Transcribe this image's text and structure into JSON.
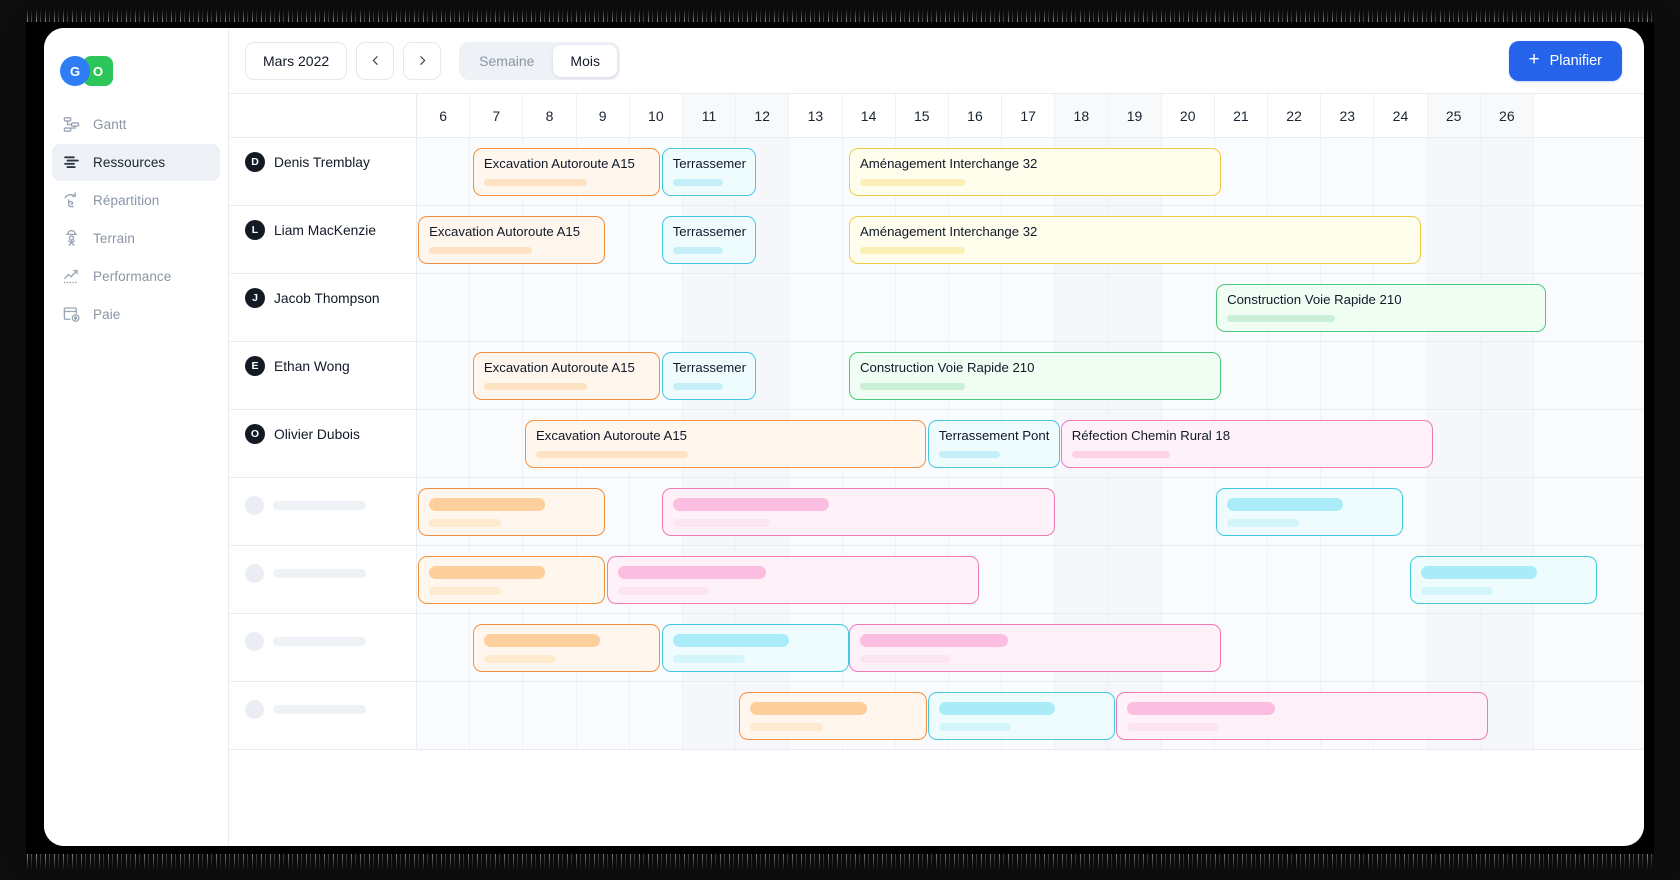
{
  "brand": {
    "mark_left": "G",
    "mark_right": "O"
  },
  "sidebar": {
    "items": [
      {
        "label": "Gantt",
        "icon": "gantt-icon",
        "active": false
      },
      {
        "label": "Ressources",
        "icon": "resources-icon",
        "active": true
      },
      {
        "label": "Répartition",
        "icon": "allocation-icon",
        "active": false
      },
      {
        "label": "Terrain",
        "icon": "field-worker-icon",
        "active": false
      },
      {
        "label": "Performance",
        "icon": "performance-icon",
        "active": false
      },
      {
        "label": "Paie",
        "icon": "payroll-icon",
        "active": false
      }
    ]
  },
  "toolbar": {
    "period_label": "Mars 2022",
    "prev_label": "‹",
    "next_label": "›",
    "view_options": [
      "Semaine",
      "Mois"
    ],
    "view_selected": "Mois",
    "week_label": "Semaine",
    "month_label": "Mois",
    "plan_button": "Planifier",
    "plan_icon": "plus-icon"
  },
  "calendar": {
    "days": [
      6,
      7,
      8,
      9,
      10,
      11,
      12,
      13,
      14,
      15,
      16,
      17,
      18,
      19,
      20,
      21,
      22,
      23,
      24,
      25,
      26
    ],
    "weekend_days": [
      11,
      12,
      18,
      19,
      25,
      26
    ],
    "day_width": 53.2
  },
  "rows": [
    {
      "type": "resource",
      "initial": "D",
      "name": "Denis Tremblay",
      "bars": [
        {
          "title": "Excavation Autoroute A15",
          "color": "orange",
          "start": 1.05,
          "span": 3.52,
          "progress": 62
        },
        {
          "title": "Terrassement Pont Rivière-Nord",
          "color": "cyan",
          "start": 4.6,
          "span": 1.78,
          "progress": 68
        },
        {
          "title": "Aménagement Interchange 32",
          "color": "yellow",
          "start": 8.12,
          "span": 7.0,
          "progress": 30
        }
      ]
    },
    {
      "type": "resource",
      "initial": "L",
      "name": "Liam MacKenzie",
      "bars": [
        {
          "title": "Excavation Autoroute A15",
          "color": "orange",
          "start": 0.02,
          "span": 3.52,
          "progress": 62
        },
        {
          "title": "Terrassement Pont Rivière-Nord",
          "color": "cyan",
          "start": 4.6,
          "span": 1.78,
          "progress": 68
        },
        {
          "title": "Aménagement Interchange 32",
          "color": "yellow",
          "start": 8.12,
          "span": 10.76,
          "progress": 19
        }
      ]
    },
    {
      "type": "resource",
      "initial": "J",
      "name": "Jacob Thompson",
      "bars": [
        {
          "title": "Construction Voie Rapide 210",
          "color": "green",
          "start": 15.02,
          "span": 6.2,
          "progress": 35
        }
      ]
    },
    {
      "type": "resource",
      "initial": "E",
      "name": "Ethan Wong",
      "bars": [
        {
          "title": "Excavation Autoroute A15",
          "color": "orange",
          "start": 1.05,
          "span": 3.52,
          "progress": 62
        },
        {
          "title": "Terrassement Pont Rivière-Nord",
          "color": "cyan",
          "start": 4.6,
          "span": 1.78,
          "progress": 68
        },
        {
          "title": "Construction Voie Rapide 210",
          "color": "green",
          "start": 8.12,
          "span": 7.0,
          "progress": 30
        }
      ]
    },
    {
      "type": "resource",
      "initial": "O",
      "name": "Olivier Dubois",
      "bars": [
        {
          "title": "Excavation Autoroute A15",
          "color": "orange",
          "start": 2.03,
          "span": 7.53,
          "progress": 40
        },
        {
          "title": "Terrassement Pont Rivière-Nord",
          "color": "cyan",
          "start": 9.6,
          "span": 2.48,
          "progress": 55
        },
        {
          "title": "Réfection Chemin Rural 18",
          "color": "pink",
          "start": 12.1,
          "span": 7.0,
          "progress": 28
        }
      ]
    },
    {
      "type": "skeleton",
      "bars": [
        {
          "color": "orange",
          "start": 0.02,
          "span": 3.52,
          "fill": 70
        },
        {
          "color": "pink",
          "start": 4.6,
          "span": 7.4,
          "fill": 42
        },
        {
          "color": "cyan",
          "start": 15.02,
          "span": 3.52,
          "fill": 70
        }
      ]
    },
    {
      "type": "skeleton",
      "bars": [
        {
          "color": "orange",
          "start": 0.02,
          "span": 3.52,
          "fill": 70
        },
        {
          "color": "pink",
          "start": 3.57,
          "span": 7.0,
          "fill": 42
        },
        {
          "color": "cyan",
          "start": 18.66,
          "span": 3.52,
          "fill": 70
        }
      ]
    },
    {
      "type": "skeleton",
      "bars": [
        {
          "color": "orange",
          "start": 1.05,
          "span": 3.52,
          "fill": 70
        },
        {
          "color": "cyan",
          "start": 4.6,
          "span": 3.52,
          "fill": 70
        },
        {
          "color": "pink",
          "start": 8.12,
          "span": 7.0,
          "fill": 42
        }
      ]
    },
    {
      "type": "skeleton",
      "bars": [
        {
          "color": "orange",
          "start": 6.06,
          "span": 3.52,
          "fill": 70
        },
        {
          "color": "cyan",
          "start": 9.6,
          "span": 3.52,
          "fill": 70
        },
        {
          "color": "pink",
          "start": 13.14,
          "span": 7.0,
          "fill": 42
        }
      ]
    }
  ]
}
